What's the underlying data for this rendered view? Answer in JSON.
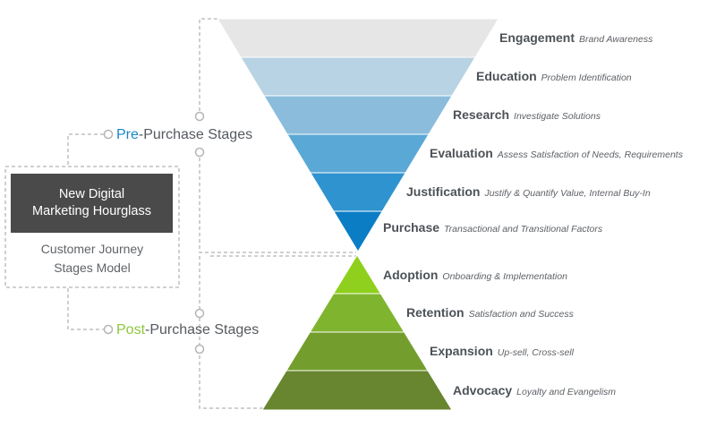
{
  "model_box": {
    "title": "New Digital\nMarketing Hourglass",
    "subtitle": "Customer Journey\nStages Model"
  },
  "groups": {
    "pre": {
      "accent": "Pre",
      "rest": "-Purchase Stages",
      "accent_color": "#1b86c9"
    },
    "post": {
      "accent": "Post",
      "rest": "-Purchase Stages",
      "accent_color": "#8cc63f"
    }
  },
  "pre_stages": [
    {
      "name": "Engagement",
      "desc": "Brand Awareness",
      "color": "#e6e6e6"
    },
    {
      "name": "Education",
      "desc": "Problem Identification",
      "color": "#b8d3e3"
    },
    {
      "name": "Research",
      "desc": "Investigate Solutions",
      "color": "#8bbcdc"
    },
    {
      "name": "Evaluation",
      "desc": "Assess Satisfaction of Needs, Requirements",
      "color": "#5aa8d6"
    },
    {
      "name": "Justification",
      "desc": "Justify & Quantify Value, Internal Buy-In",
      "color": "#2f93cf"
    },
    {
      "name": "Purchase",
      "desc": "Transactional and Transitional Factors",
      "color": "#0a7dc4"
    }
  ],
  "post_stages": [
    {
      "name": "Adoption",
      "desc": "Onboarding & Implementation",
      "color": "#8fcf1d"
    },
    {
      "name": "Retention",
      "desc": "Satisfaction and Success",
      "color": "#7fb52e"
    },
    {
      "name": "Expansion",
      "desc": "Up-sell, Cross-sell",
      "color": "#739e2e"
    },
    {
      "name": "Advocacy",
      "desc": "Loyalty and Evangelism",
      "color": "#67862f"
    }
  ],
  "colors": {
    "connector": "#b5b5b5",
    "text": "#4d5257"
  }
}
